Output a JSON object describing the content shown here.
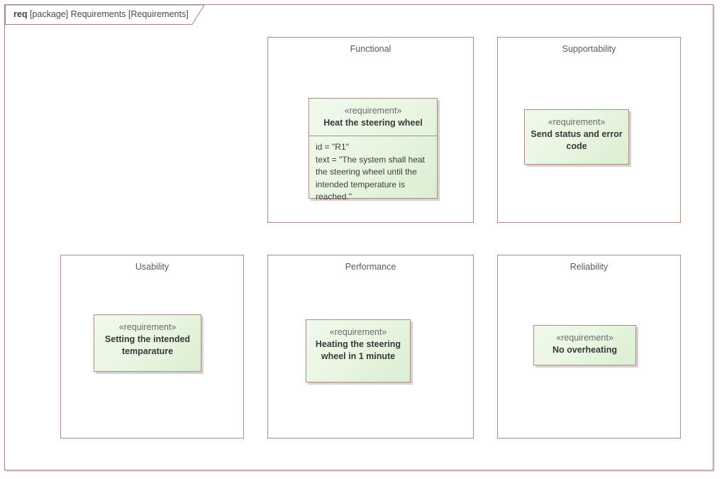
{
  "frame": {
    "keyword": "req",
    "descriptor": "[package] Requirements [Requirements]"
  },
  "packages": [
    {
      "name": "Functional",
      "requirement": {
        "stereotype": "«requirement»",
        "name": "Heat the steering wheel",
        "properties": [
          "id = \"R1\"",
          "text = \"The system shall heat the steering wheel until the intended temperature is reached.\""
        ]
      }
    },
    {
      "name": "Supportability",
      "requirement": {
        "stereotype": "«requirement»",
        "name": "Send status and error code",
        "properties": []
      }
    },
    {
      "name": "Usability",
      "requirement": {
        "stereotype": "«requirement»",
        "name": "Setting the intended temparature",
        "properties": []
      }
    },
    {
      "name": "Performance",
      "requirement": {
        "stereotype": "«requirement»",
        "name": "Heating the steering wheel in 1 minute",
        "properties": []
      }
    },
    {
      "name": "Reliability",
      "requirement": {
        "stereotype": "«requirement»",
        "name": "No overheating",
        "properties": []
      }
    }
  ],
  "colors": {
    "frame_border": "#a3867f",
    "package_border": "#a98d87",
    "requirement_fill_light": "#f1f9ec",
    "requirement_fill_dark": "#dbeed2",
    "requirement_border": "#a98d87",
    "title_text": "#5a5a5a",
    "name_text": "#37393a",
    "stereotype_text": "#6b6b6b",
    "shadow": "#d8d3d1"
  }
}
